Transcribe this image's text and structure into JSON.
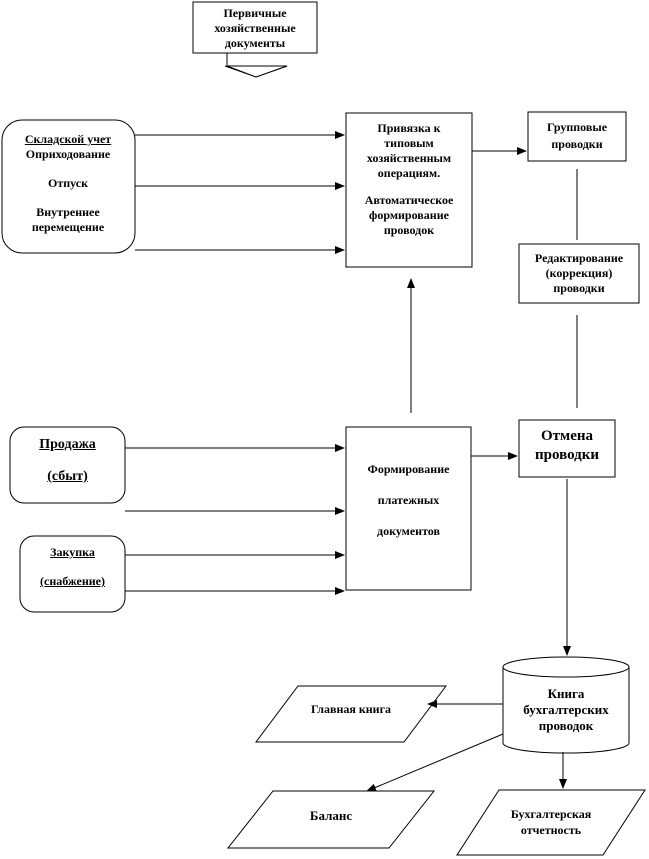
{
  "primary_docs": {
    "lines": [
      "Первичные",
      "хозяйственные",
      "документы"
    ]
  },
  "warehouse": {
    "title": "Складской учет",
    "items": [
      "Оприходование",
      "Отпуск",
      "Внутреннее",
      "перемещение"
    ]
  },
  "binding": {
    "lines": [
      "Привязка к",
      "типовым",
      "хозяйственным",
      "операциям.",
      "Автоматическое",
      "формирование",
      "проводок"
    ]
  },
  "group_postings": {
    "lines": [
      "Групповые",
      "проводки"
    ]
  },
  "editing": {
    "lines": [
      "Редактирование",
      "(коррекция)",
      "проводки"
    ]
  },
  "sales": {
    "title": "Продажа",
    "subtitle": "(сбыт)"
  },
  "purchase": {
    "title": "Закупка",
    "subtitle": "(снабжение)"
  },
  "payment_docs": {
    "lines": [
      "Формирование",
      "платежных",
      "документов"
    ]
  },
  "cancel": {
    "lines": [
      "Отмена",
      "проводки"
    ]
  },
  "ledger_book": {
    "lines": [
      "Книга",
      "бухгалтерских",
      "проводок"
    ]
  },
  "general_ledger": {
    "label": "Главная книга"
  },
  "balance": {
    "label": "Баланс"
  },
  "reporting": {
    "lines": [
      "Бухгалтерская",
      "отчетность"
    ]
  }
}
